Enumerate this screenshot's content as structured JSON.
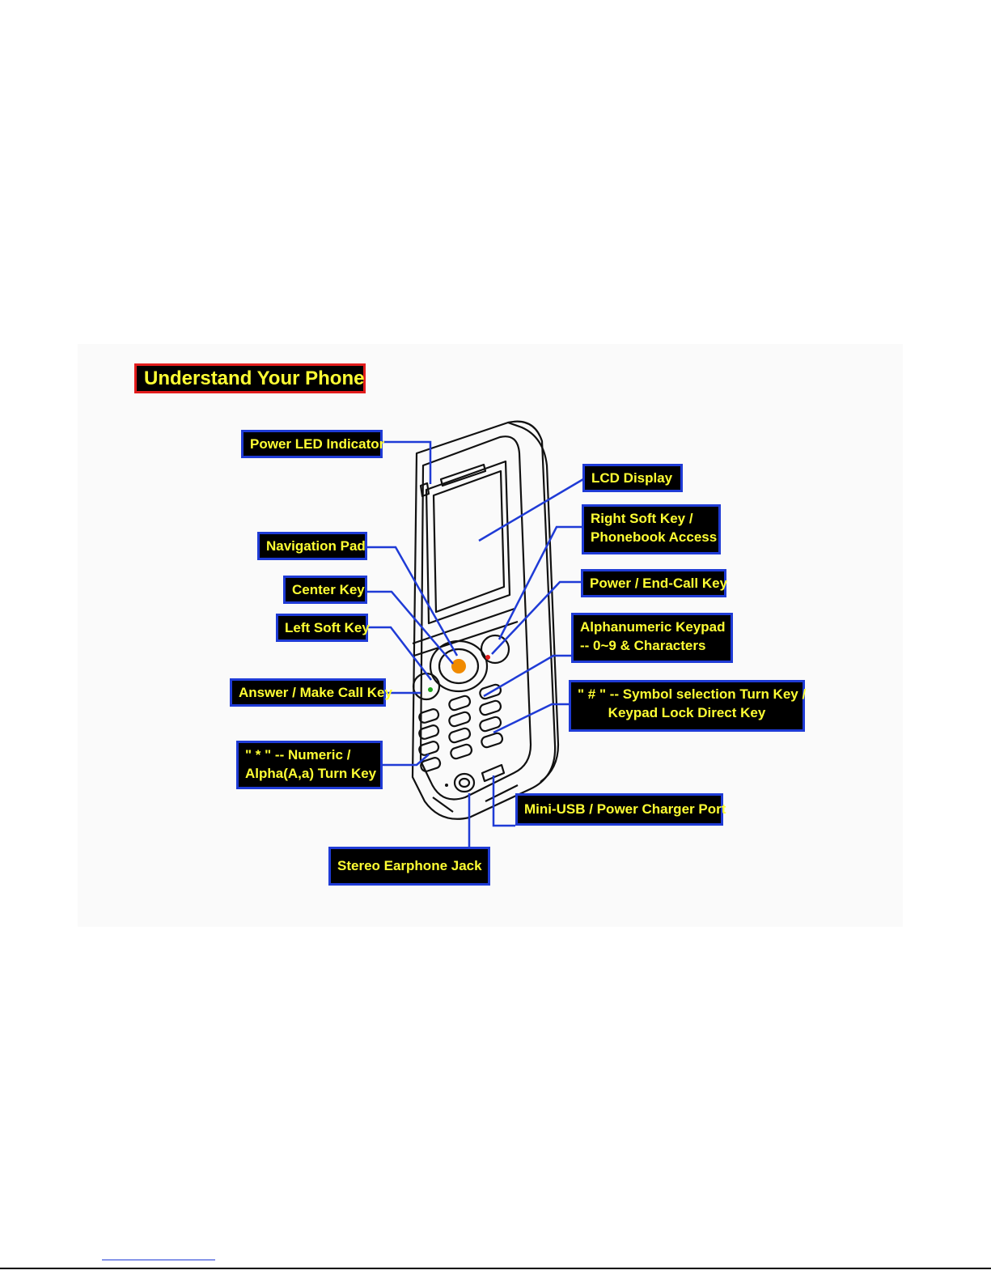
{
  "title": "Understand Your Phone",
  "labels": {
    "power_led": "Power LED Indicator",
    "navigation_pad": "Navigation Pad",
    "center_key": "Center Key",
    "left_soft_key": "Left Soft Key",
    "answer_key": "Answer / Make Call Key",
    "star_key_line1": "\" * \" -- Numeric /",
    "star_key_line2": "Alpha(A,a) Turn Key",
    "lcd_display": "LCD Display",
    "right_soft_key_line1": "Right Soft Key /",
    "right_soft_key_line2": "Phonebook Access",
    "power_end_key": "Power / End-Call Key",
    "keypad_line1": "Alphanumeric Keypad",
    "keypad_line2": "-- 0~9 & Characters",
    "hash_key_line1": "\" # \" -- Symbol selection Turn Key /",
    "hash_key_line2": "Keypad Lock Direct Key",
    "mini_usb": "Mini-USB / Power Charger Port",
    "earphone_jack": "Stereo Earphone Jack"
  },
  "colors": {
    "callout_bg": "#000000",
    "callout_text": "#ffff33",
    "callout_border": "#1f3bd6",
    "title_border": "#e21c1c",
    "leader_line": "#1f3bd6",
    "center_key": "#f08a00",
    "answer_key_dot": "#1aa51a",
    "end_key_dot": "#e21c1c"
  }
}
